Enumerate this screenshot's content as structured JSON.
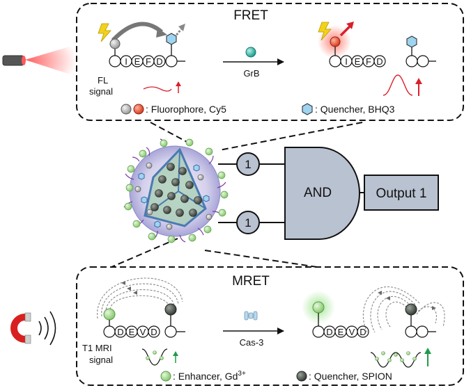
{
  "fret": {
    "title": "FRET",
    "fl_signal": [
      "FL",
      "signal"
    ],
    "enzyme": "GrB",
    "peptide_letters": [
      "I",
      "E",
      "F",
      "D"
    ],
    "legend_fluorophore": ": Fluorophore, Cy5",
    "legend_quencher": ": Quencher, BHQ3"
  },
  "logic": {
    "input1": "1",
    "input2": "1",
    "gate": "AND",
    "output": "Output 1"
  },
  "mret": {
    "title": "MRET",
    "mri_signal": [
      "T1 MRI",
      "signal"
    ],
    "enzyme": "Cas-3",
    "peptide_letters": [
      "D",
      "E",
      "V",
      "D"
    ],
    "legend_enhancer_prefix": ": Enhancer, Gd",
    "legend_enhancer_sup": "3+",
    "legend_quencher": ": Quencher, SPION"
  },
  "colors": {
    "gate_fill": "#b9c2d0",
    "cy5_red": "#e8563c",
    "quencher_blue": "#9ed4f0",
    "gd_green": "#a5d98f",
    "spion_dark": "#4d534d",
    "signal_red": "#d9202a",
    "signal_green": "#1f9a4a"
  }
}
